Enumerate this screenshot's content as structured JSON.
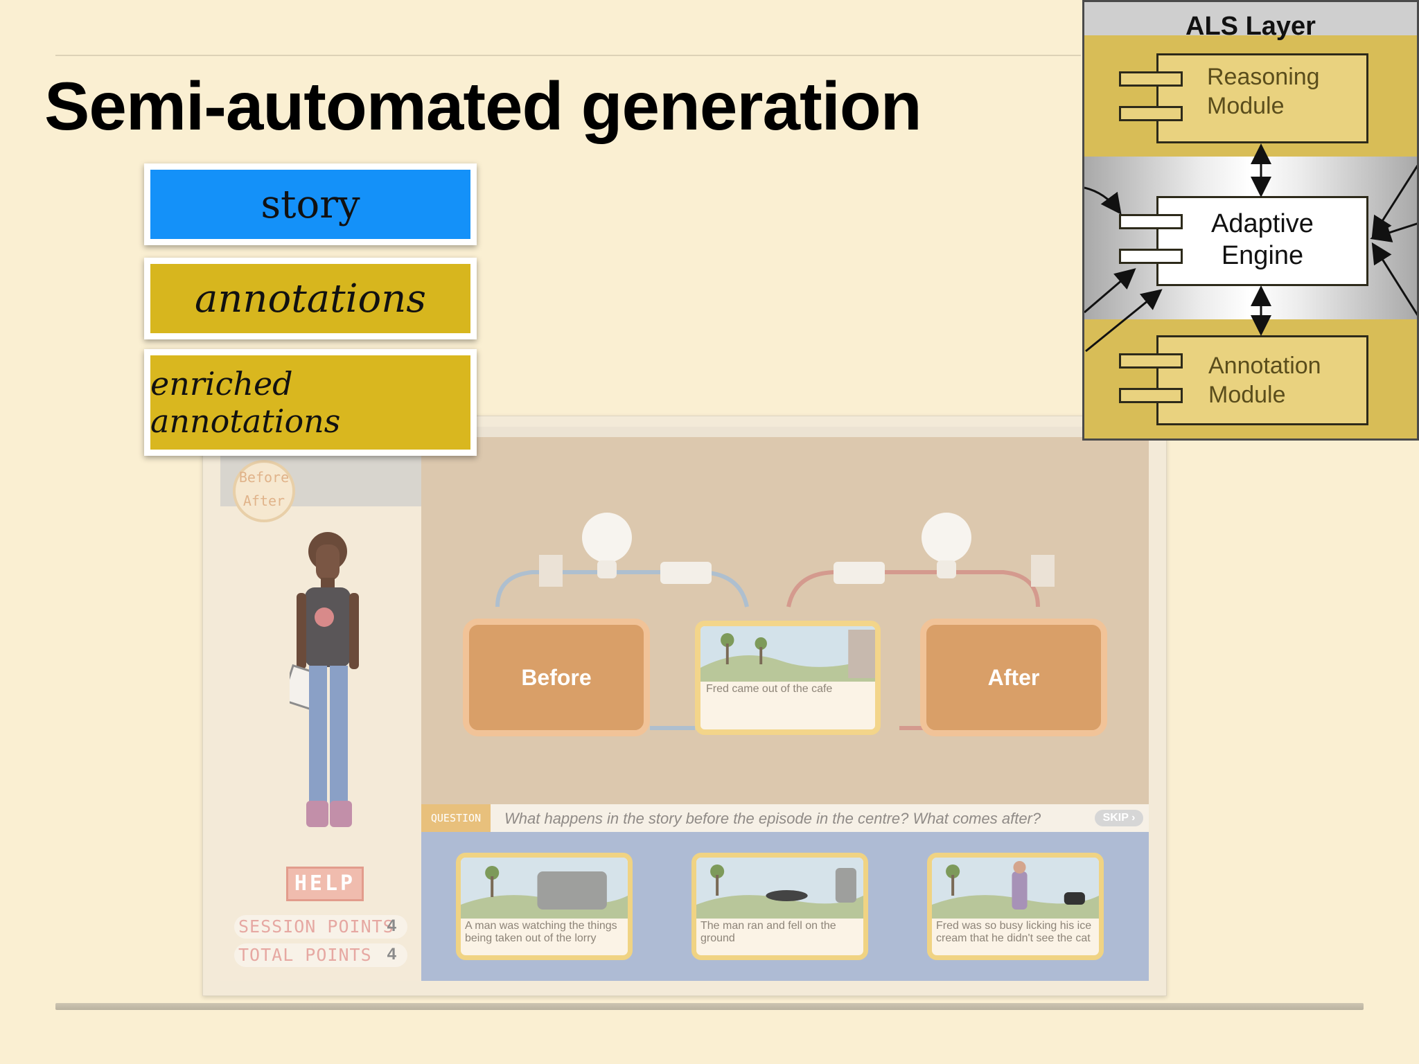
{
  "slide": {
    "title": "Semi-automated generation"
  },
  "cards": {
    "story": "story",
    "annotations": "annotations",
    "enriched": "enriched annotations"
  },
  "als": {
    "title": "ALS Layer",
    "reasoning": [
      "Reasoning",
      "Module"
    ],
    "engine": [
      "Adaptive",
      "Engine"
    ],
    "annotation": [
      "Annotation",
      "Module"
    ]
  },
  "game": {
    "badge": [
      "Before",
      "After"
    ],
    "help_label": "HELP",
    "session_points_label": "SESSION POINTS",
    "session_points_value": "4",
    "total_points_label": "TOTAL POINTS",
    "total_points_value": "4",
    "before_label": "Before",
    "after_label": "After",
    "center_caption": "Fred came out of the cafe",
    "question_label": "QUESTION",
    "question_text": "What happens in the story before the episode in the centre? What comes after?",
    "skip_label": "SKIP",
    "options": [
      "A man was watching the things being taken out of the lorry",
      "The man ran and fell on the ground",
      "Fred was so busy licking his ice cream that he didn't see the cat"
    ]
  },
  "colors": {
    "background": "#faefd2",
    "story_card": "#1491f9",
    "annotation_card": "#d7b61e",
    "module_fill": "#e9d27f"
  }
}
